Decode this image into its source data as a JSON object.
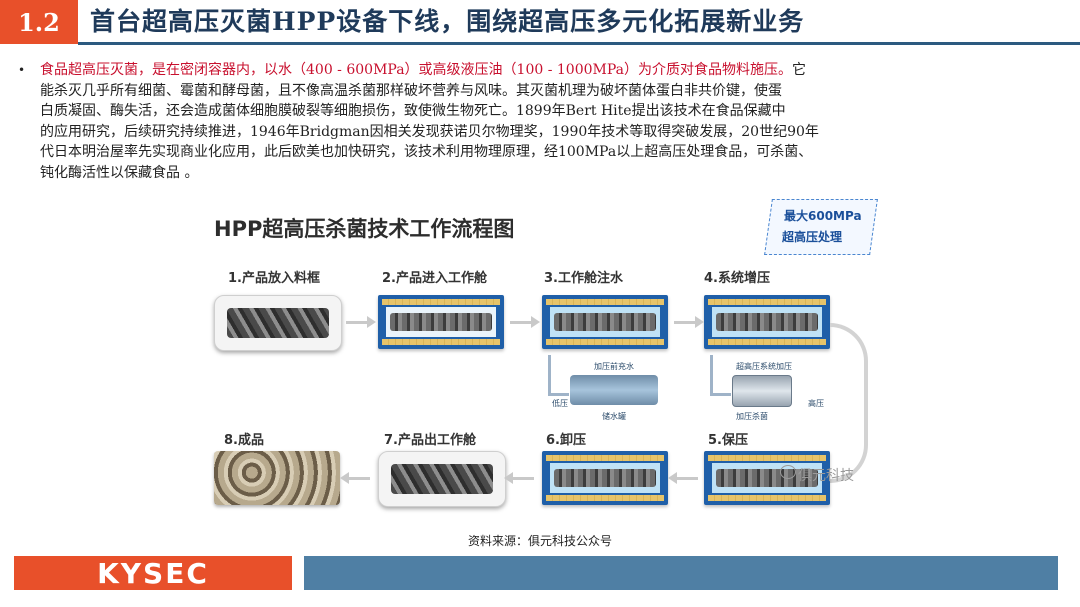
{
  "header": {
    "number": "1.2",
    "title": "首台超高压灭菌HPP设备下线，围绕超高压多元化拓展新业务"
  },
  "paragraph": {
    "highlight": "食品超高压灭菌，是在密闭容器内，以水（400 - 600MPa）或高级液压油（100 - 1000MPa）为介质对食品物料施压。",
    "line1_rest": "它",
    "line2": "能杀灭几乎所有细菌、霉菌和酵母菌，且不像高温杀菌那样破坏营养与风味。其灭菌机理为破坏菌体蛋白非共价键，使蛋",
    "line3": "白质凝固、酶失活，还会造成菌体细胞膜破裂等细胞损伤，致使微生物死亡。1899年Bert Hite提出该技术在食品保藏中",
    "line4": "的应用研究，后续研究持续推进，1946年Bridgman因相关发现获诺贝尔物理奖，1990年技术等取得突破发展，20世纪90年",
    "line5": "代日本明治屋率先实现商业化应用，此后欧美也加快研究，该技术利用物理原理，经100MPa以上超高压处理食品，可杀菌、",
    "line6": "钝化酶活性以保藏食品 。"
  },
  "diagram": {
    "title": "HPP超高压杀菌技术工作流程图",
    "max_line1": "最大600MPa",
    "max_line2": "超高压处理",
    "steps": [
      "1.产品放入料框",
      "2.产品进入工作舱",
      "3.工作舱注水",
      "4.系统增压",
      "5.保压",
      "6.卸压",
      "7.产品出工作舱",
      "8.成品"
    ],
    "mini": {
      "prefill": "加压前充水",
      "low": "低压",
      "tank": "储水罐",
      "booster": "超高压系统加压",
      "high": "高压",
      "sterilize": "加压杀菌"
    },
    "watermark": "俱元科技"
  },
  "source": "资料来源：俱元科技公众号",
  "footer": {
    "logo": "KYSEC"
  },
  "colors": {
    "accent": "#e8502a",
    "title": "#1f3a5a",
    "highlight": "#c8102e",
    "chamber": "#1f5fa8",
    "footer_bar": "#4f7fa4"
  }
}
